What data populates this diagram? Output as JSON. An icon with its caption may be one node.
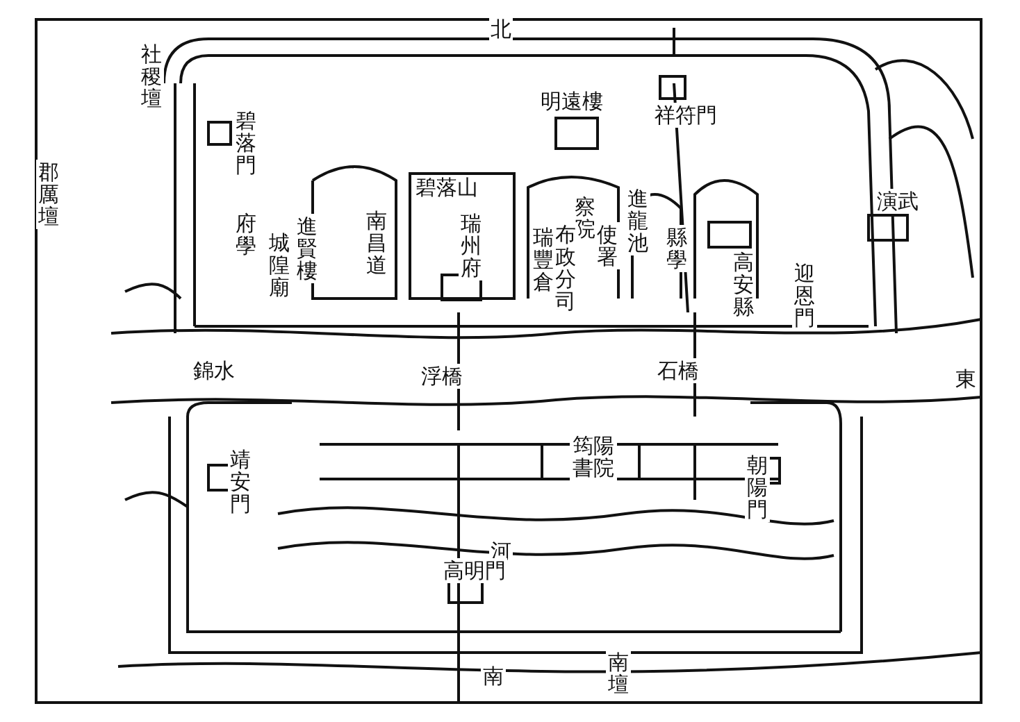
{
  "diagram": {
    "labels": [
      "北",
      "社稷壇",
      "碧落門",
      "明遠樓",
      "祥符門",
      "郡厲壇",
      "碧落山",
      "府學",
      "進賢樓",
      "城隍廟",
      "南昌道",
      "瑞州府",
      "察院",
      "布政分司",
      "瑞豐倉",
      "使署",
      "進龍池",
      "縣學",
      "高安縣",
      "演武",
      "迎恩門",
      "錦水",
      "浮橋",
      "石橋",
      "東",
      "靖安門",
      "筠陽書院",
      "朝陽門",
      "河",
      "高明門",
      "南",
      "南壇"
    ]
  }
}
